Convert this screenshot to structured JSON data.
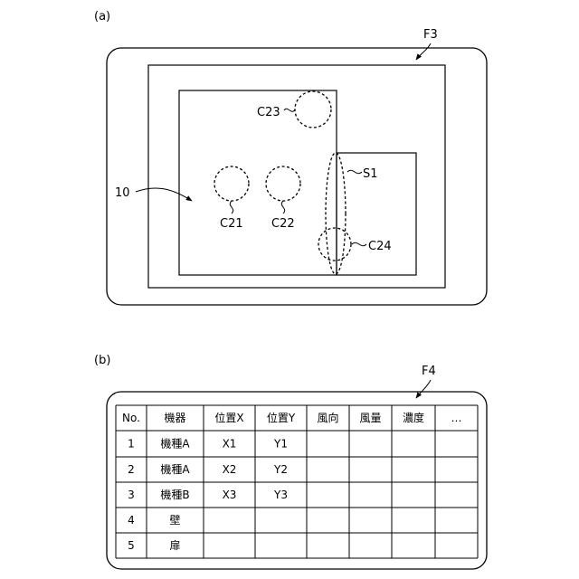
{
  "figure_a": {
    "panel_label": "(a)",
    "frame_label": "F3",
    "region_label": "10",
    "circles": [
      "C23",
      "C21",
      "C22",
      "C24"
    ],
    "ellipse_label": "S1"
  },
  "figure_b": {
    "panel_label": "(b)",
    "frame_label": "F4",
    "table": {
      "headers": [
        "No.",
        "機器",
        "位置X",
        "位置Y",
        "風向",
        "風量",
        "濃度",
        "…"
      ],
      "rows": [
        [
          "1",
          "機種A",
          "X1",
          "Y1",
          "",
          "",
          "",
          ""
        ],
        [
          "2",
          "機種A",
          "X2",
          "Y2",
          "",
          "",
          "",
          ""
        ],
        [
          "3",
          "機種B",
          "X3",
          "Y3",
          "",
          "",
          "",
          ""
        ],
        [
          "4",
          "壁",
          "",
          "",
          "",
          "",
          "",
          ""
        ],
        [
          "5",
          "扉",
          "",
          "",
          "",
          "",
          "",
          ""
        ]
      ]
    }
  }
}
